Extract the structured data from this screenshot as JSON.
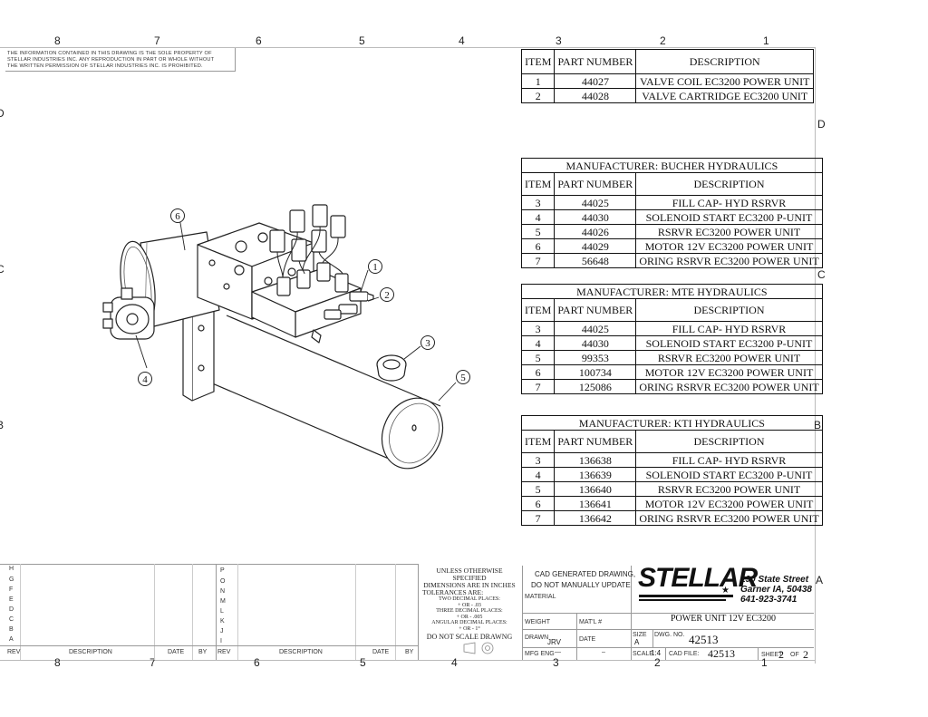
{
  "border": {
    "top_zones": [
      "8",
      "7",
      "6",
      "5",
      "4",
      "3",
      "2",
      "1"
    ],
    "bottom_zones": [
      "8",
      "7",
      "6",
      "5",
      "4",
      "3",
      "2",
      "1"
    ],
    "left_zones": [
      "D",
      "C",
      "B"
    ],
    "right_zones": [
      "D",
      "C",
      "B",
      "A"
    ]
  },
  "notice": {
    "line1": "THE INFORMATION CONTAINED IN THIS DRAWING IS THE SOLE PROPERTY OF",
    "line2": "STELLAR INDUSTRIES INC. ANY REPRODUCTION IN PART OR WHOLE WITHOUT",
    "line3": "THE WRITTEN PERMISSION OF STELLAR INDUSTRIES INC. IS PROHIBITED."
  },
  "bom_top": {
    "headers": {
      "item": "ITEM",
      "part_number": "PART NUMBER",
      "description": "DESCRIPTION"
    },
    "rows": [
      {
        "item": "1",
        "part": "44027",
        "desc": "VALVE COIL EC3200 POWER UNIT"
      },
      {
        "item": "2",
        "part": "44028",
        "desc": "VALVE CARTRIDGE EC3200 UNIT"
      }
    ]
  },
  "bom_bucher": {
    "manufacturer": "MANUFACTURER: BUCHER HYDRAULICS",
    "headers": {
      "item": "ITEM",
      "part_number": "PART NUMBER",
      "description": "DESCRIPTION"
    },
    "rows": [
      {
        "item": "3",
        "part": "44025",
        "desc": "FILL CAP- HYD RSRVR"
      },
      {
        "item": "4",
        "part": "44030",
        "desc": "SOLENOID START EC3200 P-UNIT"
      },
      {
        "item": "5",
        "part": "44026",
        "desc": "RSRVR EC3200 POWER UNIT"
      },
      {
        "item": "6",
        "part": "44029",
        "desc": "MOTOR 12V EC3200 POWER UNIT"
      },
      {
        "item": "7",
        "part": "56648",
        "desc": "ORING RSRVR  EC3200 POWER UNIT"
      }
    ]
  },
  "bom_mte": {
    "manufacturer": "MANUFACTURER: MTE HYDRAULICS",
    "headers": {
      "item": "ITEM",
      "part_number": "PART NUMBER",
      "description": "DESCRIPTION"
    },
    "rows": [
      {
        "item": "3",
        "part": "44025",
        "desc": "FILL CAP- HYD RSRVR"
      },
      {
        "item": "4",
        "part": "44030",
        "desc": "SOLENOID START EC3200 P-UNIT"
      },
      {
        "item": "5",
        "part": "99353",
        "desc": "RSRVR EC3200 POWER UNIT"
      },
      {
        "item": "6",
        "part": "100734",
        "desc": "MOTOR 12V EC3200 POWER UNIT"
      },
      {
        "item": "7",
        "part": "125086",
        "desc": "ORING RSRVR EC3200 POWER UNIT"
      }
    ]
  },
  "bom_kti": {
    "manufacturer": "MANUFACTURER: KTI HYDRAULICS",
    "headers": {
      "item": "ITEM",
      "part_number": "PART NUMBER",
      "description": "DESCRIPTION"
    },
    "rows": [
      {
        "item": "3",
        "part": "136638",
        "desc": "FILL CAP- HYD RSRVR"
      },
      {
        "item": "4",
        "part": "136639",
        "desc": "SOLENOID START EC3200 P-UNIT"
      },
      {
        "item": "5",
        "part": "136640",
        "desc": "RSRVR EC3200 POWER UNIT"
      },
      {
        "item": "6",
        "part": "136641",
        "desc": "MOTOR 12V EC3200 POWER UNIT"
      },
      {
        "item": "7",
        "part": "136642",
        "desc": "ORING RSRVR EC3200 POWER UNIT"
      }
    ]
  },
  "callouts": [
    "1",
    "2",
    "3",
    "4",
    "5",
    "6"
  ],
  "revisions": {
    "left_letters": [
      "H",
      "G",
      "F",
      "E",
      "D",
      "C",
      "B",
      "A"
    ],
    "right_letters": [
      "P",
      "O",
      "N",
      "M",
      "L",
      "K",
      "J",
      "I"
    ],
    "rev": "REV",
    "description": "DESCRIPTION",
    "date": "DATE",
    "by": "BY"
  },
  "tolerances": {
    "line1": "UNLESS OTHERWISE SPECIFIED",
    "line2": "DIMENSIONS ARE IN INCHES",
    "line3": "TOLERANCES ARE:",
    "two": "TWO DECIMAL PLACES:",
    "two_val": "+ OR - .03",
    "three": "THREE DECIMAL PLACES:",
    "three_val": "+ OR - .005",
    "angular": "ANGULAR DECIMAL PLACES:",
    "angular_val": "+ OR - 1°",
    "noscale": "DO NOT SCALE DRAWNG"
  },
  "title_block": {
    "cad1": "CAD GENERATED DRAWING,",
    "cad2": "DO NOT MANUALLY UPDATE",
    "material": "MATERIAL",
    "weight": "WEIGHT",
    "matl": "MAT'L #",
    "drawn": "DRAWN",
    "drawn_by": "JRV",
    "date": "DATE",
    "mfg_eng": "MFG ENG",
    "mfg_dash": "—",
    "dash2": "–",
    "company": "STELLAR",
    "addr1": "190 State Street",
    "addr2": "Garner IA, 50438",
    "addr3": "641-923-3741",
    "title": "POWER UNIT 12V EC3200",
    "size_label": "SIZE",
    "dwg_label": "DWG. NO.",
    "size": "A",
    "dwg_no": "42513",
    "scale_label": "SCALE",
    "scale": "1:4",
    "cad_file_label": "CAD FILE:",
    "cad_file": "42513",
    "sheet_label": "SHEET",
    "sheet": "2",
    "of": "OF",
    "sheets": "2"
  }
}
